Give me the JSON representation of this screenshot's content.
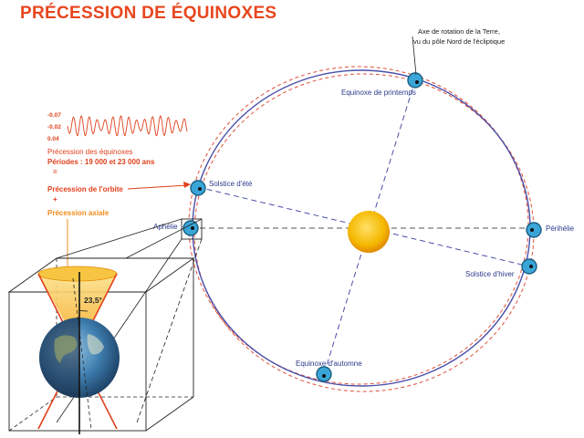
{
  "title": "PRÉCESSION DE ÉQUINOXES",
  "labels": {
    "axis_line1": "Axe de rotation de la Terre,",
    "axis_line2": "vu du pôle Nord de l'écliptique",
    "spring_equinox": "Equinoxe de printemps",
    "summer_solstice": "Solstice d'été",
    "aphelion": "Aphélie",
    "perihelion": "Périhélie",
    "winter_solstice": "Solstice d'hiver",
    "autumn_equinox": "Equinoxe d'automne",
    "tilt_angle": "23,5°"
  },
  "signal": {
    "ticks": [
      "-0.07",
      "-0.02",
      "0.04"
    ]
  },
  "legend": {
    "precession": "Précession des équinoxes",
    "periods": "Périodes : 19 000 et 23 000 ans",
    "equals": "=",
    "orbit_precession": "Précession de l'orbite",
    "plus": "+",
    "axial_precession": "Précession axiale"
  },
  "colors": {
    "title": "#e8461e",
    "orbit_solid": "#4a4fa8",
    "orbit_dashed": "#e0503a",
    "planet": "#3aa6d8",
    "sun": "#f5b800",
    "text_blue": "#2b3a8c",
    "text_red": "#e0401c",
    "text_orange": "#f28c1c"
  }
}
